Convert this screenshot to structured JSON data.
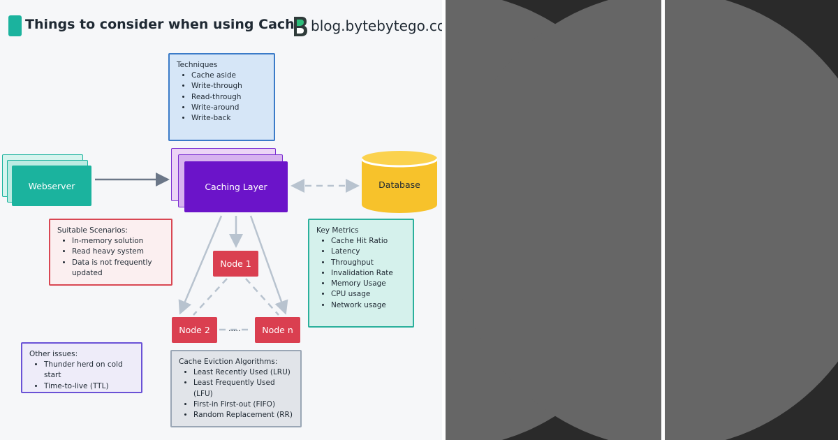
{
  "header": {
    "title": "Things to consider when using Cache",
    "brand": "blog.bytebytego.com"
  },
  "techniques": {
    "heading": "Techniques",
    "items": [
      "Cache aside",
      "Write-through",
      "Read-through",
      "Write-around",
      "Write-back"
    ]
  },
  "suitable": {
    "heading": "Suitable Scenarios:",
    "items": [
      "In-memory solution",
      "Read heavy system",
      "Data is not frequently updated"
    ]
  },
  "metrics": {
    "heading": "Key Metrics",
    "items": [
      "Cache Hit Ratio",
      "Latency",
      "Throughput",
      "Invalidation Rate",
      "Memory Usage",
      "CPU usage",
      "Network usage"
    ]
  },
  "other": {
    "heading": "Other issues:",
    "items": [
      "Thunder herd on cold start",
      "Time-to-live (TTL)"
    ]
  },
  "eviction": {
    "heading": "Cache Eviction Algorithms:",
    "items": [
      "Least Recently Used (LRU)",
      "Least Frequently Used (LFU)",
      "First-in First-out (FIFO)",
      "Random Replacement (RR)"
    ]
  },
  "nodes": {
    "webserver": "Webserver",
    "caching_layer": "Caching Layer",
    "database": "Database",
    "node1": "Node 1",
    "node2": "Node 2",
    "noden": "Node n",
    "ellipsis": "....."
  },
  "colors": {
    "teal": "#1bb39e",
    "purple": "#6b14c9",
    "red": "#da3f50",
    "yellow": "#f7c22b",
    "blue_border": "#3b7bc8",
    "indigo_border": "#6a52d6"
  },
  "icons": {
    "logo": "bytebytego-logo-icon"
  }
}
